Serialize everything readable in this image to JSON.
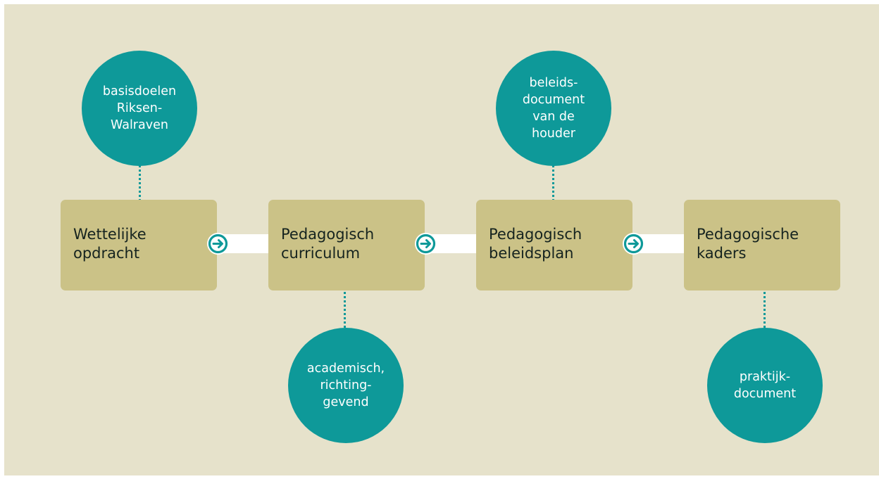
{
  "diagram": {
    "steps": [
      {
        "label": "Wettelijke\nopdracht",
        "note": "basisdoelen\nRiksen-\nWalraven",
        "note_position": "above"
      },
      {
        "label": "Pedagogisch\ncurriculum",
        "note": "academisch,\nrichting-\ngevend",
        "note_position": "below"
      },
      {
        "label": "Pedagogisch\nbeleidsplan",
        "note": "beleids-\ndocument\nvan de\nhouder",
        "note_position": "above"
      },
      {
        "label": "Pedagogische\nkaders",
        "note": "praktijk-\ndocument",
        "note_position": "below"
      }
    ],
    "arrow_icon": "arrow-right-circle-icon",
    "colors": {
      "background": "#e6e2cb",
      "box": "#cbc287",
      "circle": "#0e9999",
      "connector": "#ffffff",
      "text": "#15231f"
    }
  }
}
